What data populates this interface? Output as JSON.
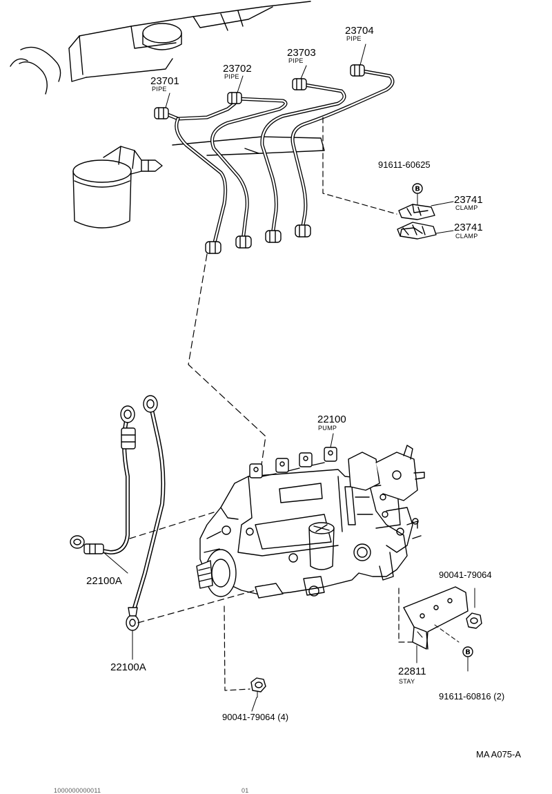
{
  "parts": {
    "pipe_1": {
      "number": "23701",
      "name": "PIPE"
    },
    "pipe_2": {
      "number": "23702",
      "name": "PIPE"
    },
    "pipe_3": {
      "number": "23703",
      "name": "PIPE"
    },
    "pipe_4": {
      "number": "23704",
      "name": "PIPE"
    },
    "clamp_bolt": {
      "number": "91611-60625",
      "mark": "B"
    },
    "clamp_upper": {
      "number": "23741",
      "name": "CLAMP"
    },
    "clamp_lower": {
      "number": "23741",
      "name": "CLAMP"
    },
    "pump": {
      "number": "22100",
      "name": "PUMP"
    },
    "hose_a": {
      "number": "22100A"
    },
    "hose_b": {
      "number": "22100A"
    },
    "nut_stay": {
      "number": "90041-79064"
    },
    "stay": {
      "number": "22811",
      "name": "STAY"
    },
    "stay_bolt": {
      "number": "91611-60816 (2)",
      "mark": "B"
    },
    "nut_bottom": {
      "number": "90041-79064 (4)"
    }
  },
  "figure_code": "MA A075-A",
  "footer_fragments": [
    "1000000000011",
    "01"
  ]
}
